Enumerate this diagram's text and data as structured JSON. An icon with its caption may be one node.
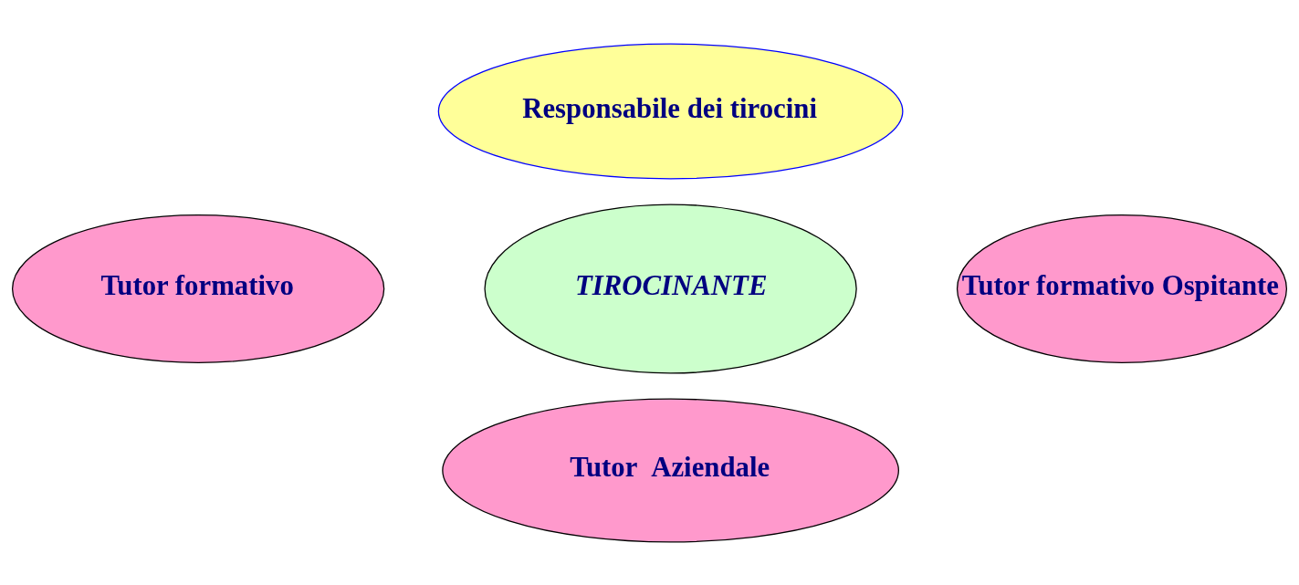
{
  "diagram": {
    "nodes": [
      {
        "text": [
          "Responsabile dei tirocini"
        ]
      },
      {
        "text": [
          "Tutor formativo"
        ]
      },
      {
        "text": [
          "Tutor formativo Ospitante"
        ]
      },
      {
        "text": [
          "TIROCINANTE"
        ]
      },
      {
        "text": [
          "Tutor  Aziendale"
        ]
      }
    ]
  }
}
